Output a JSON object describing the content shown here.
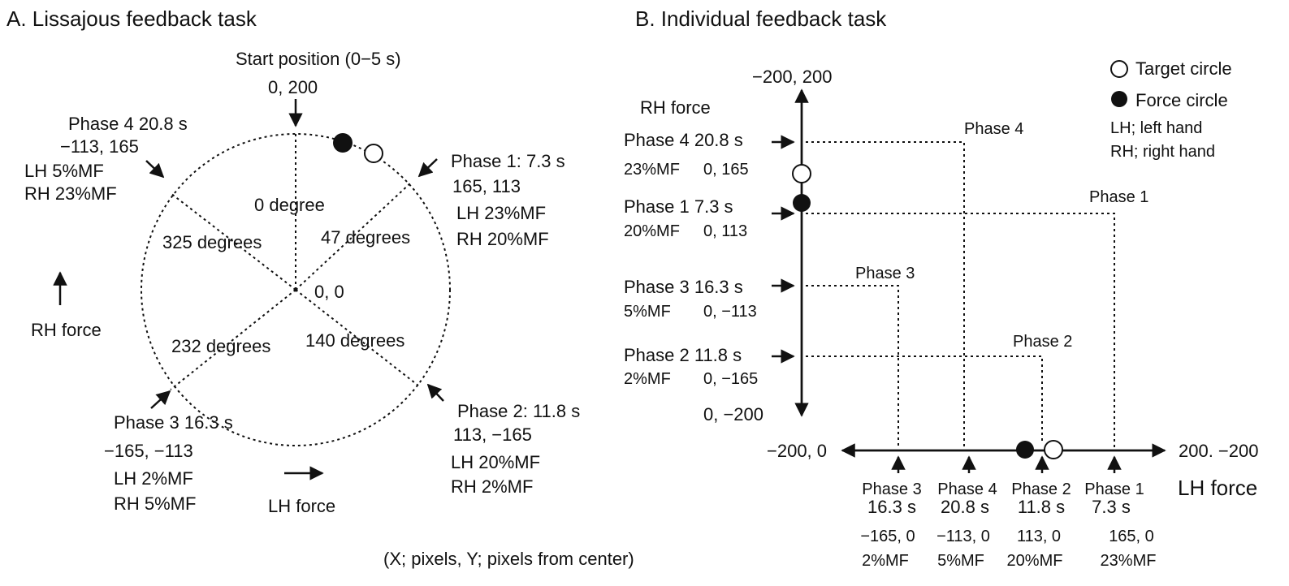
{
  "panel_a": {
    "title": "A. Lissajous feedback task",
    "start": "Start position (0−5 s)",
    "start_coord": "0, 200",
    "center": "0, 0",
    "angle_0": "0 degree",
    "angle_47": "47 degrees",
    "angle_140": "140 degrees",
    "angle_232": "232 degrees",
    "angle_325": "325 degrees",
    "phase1": {
      "title": "Phase 1: 7.3 s",
      "coord": "165, 113",
      "lh": "LH 23%MF",
      "rh": "RH 20%MF"
    },
    "phase2": {
      "title": "Phase 2: 11.8 s",
      "coord": "113, −165",
      "lh": "LH 20%MF",
      "rh": "RH 2%MF"
    },
    "phase3": {
      "title": "Phase 3 16.3 s",
      "coord": "−165, −113",
      "lh": "LH 2%MF",
      "rh": "RH 5%MF"
    },
    "phase4": {
      "title": "Phase 4 20.8 s",
      "coord": "−113, 165",
      "lh": "LH 5%MF",
      "rh": "RH 23%MF"
    },
    "rh_force": "RH force",
    "lh_force": "LH force"
  },
  "footnote": "(X; pixels, Y; pixels from center)",
  "panel_b": {
    "title": "B. Individual feedback task",
    "legend": {
      "target": "Target circle",
      "force": "Force circle",
      "lh_def": "LH; left hand",
      "rh_def": "RH; right hand"
    },
    "y_top": "−200, 200",
    "y_bottom": "0, −200",
    "rh_force": "RH force",
    "lh_force": "LH force",
    "x_left": "−200, 0",
    "x_right": "200. −200",
    "left": [
      {
        "title": "Phase 4 20.8 s",
        "pct": "23%MF",
        "coord": "0, 165"
      },
      {
        "title": "Phase 1 7.3 s",
        "pct": "20%MF",
        "coord": "0, 113"
      },
      {
        "title": "Phase 3 16.3 s",
        "pct": "5%MF",
        "coord": "0, −113"
      },
      {
        "title": "Phase 2 11.8 s",
        "pct": "2%MF",
        "coord": "0, −165"
      }
    ],
    "line_labels": {
      "p4": "Phase 4",
      "p1": "Phase 1",
      "p3": "Phase 3",
      "p2": "Phase 2"
    },
    "bottom": [
      {
        "phase": "Phase 3",
        "time": "16.3 s",
        "coord": "−165, 0",
        "pct": "2%MF"
      },
      {
        "phase": "Phase 4",
        "time": "20.8 s",
        "coord": "−113, 0",
        "pct": "5%MF"
      },
      {
        "phase": "Phase 2",
        "time": "11.8 s",
        "coord": "113, 0",
        "pct": "20%MF"
      },
      {
        "phase": "Phase 1",
        "time": "7.3 s",
        "coord": "165, 0",
        "pct": "23%MF"
      }
    ]
  }
}
